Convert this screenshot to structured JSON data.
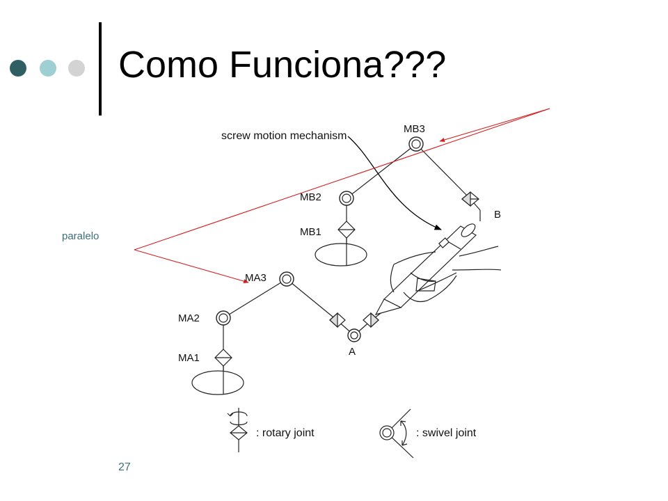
{
  "slide": {
    "title": "Como Funciona???",
    "page_number": "27"
  },
  "annotation": {
    "label": "paralelo",
    "arrow_color": "#d42020"
  },
  "bullet_dots": {
    "colors": [
      "#2f5f63",
      "#9ecfd2",
      "#d3d3d3"
    ]
  },
  "diagram": {
    "labels": {
      "screw": "screw motion mechanism",
      "mb3": "MB3",
      "mb2": "MB2",
      "mb1": "MB1",
      "b": "B",
      "ma3": "MA3",
      "ma2": "MA2",
      "ma1": "MA1",
      "a": "A"
    },
    "legend": {
      "rotary": ": rotary joint",
      "swivel": ": swivel joint"
    }
  }
}
